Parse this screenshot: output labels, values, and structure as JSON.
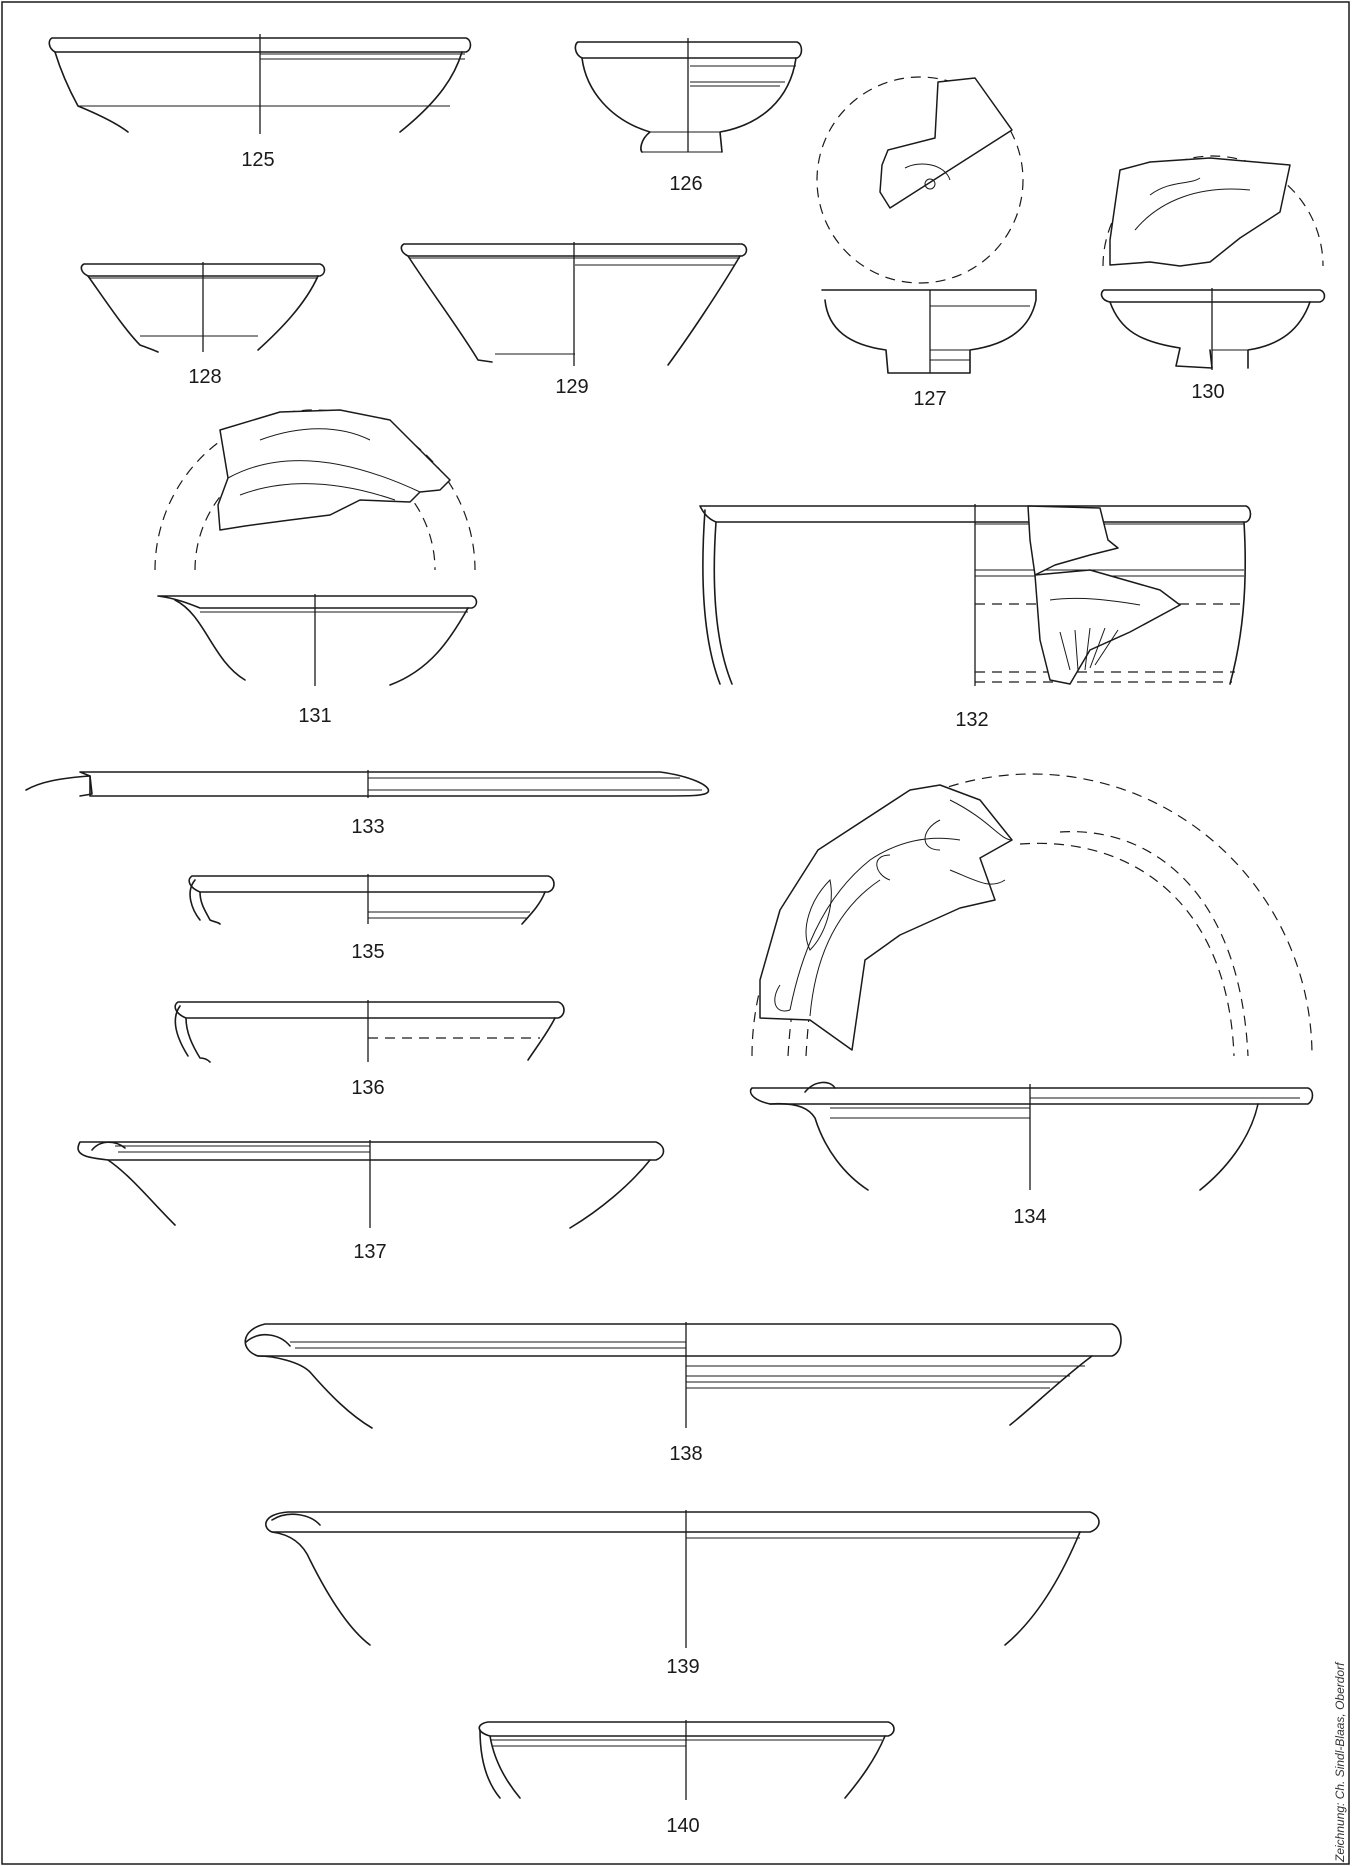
{
  "plate": {
    "catalogue_numbers": [
      "125",
      "126",
      "127",
      "128",
      "129",
      "130",
      "131",
      "132",
      "133",
      "134",
      "135",
      "136",
      "137",
      "138",
      "139",
      "140"
    ],
    "credit": "Zeichnung: Ch. Sindl-Blaas, Oberdorf"
  },
  "colors": {
    "ink": "#1a1a1a",
    "paper": "#ffffff"
  }
}
